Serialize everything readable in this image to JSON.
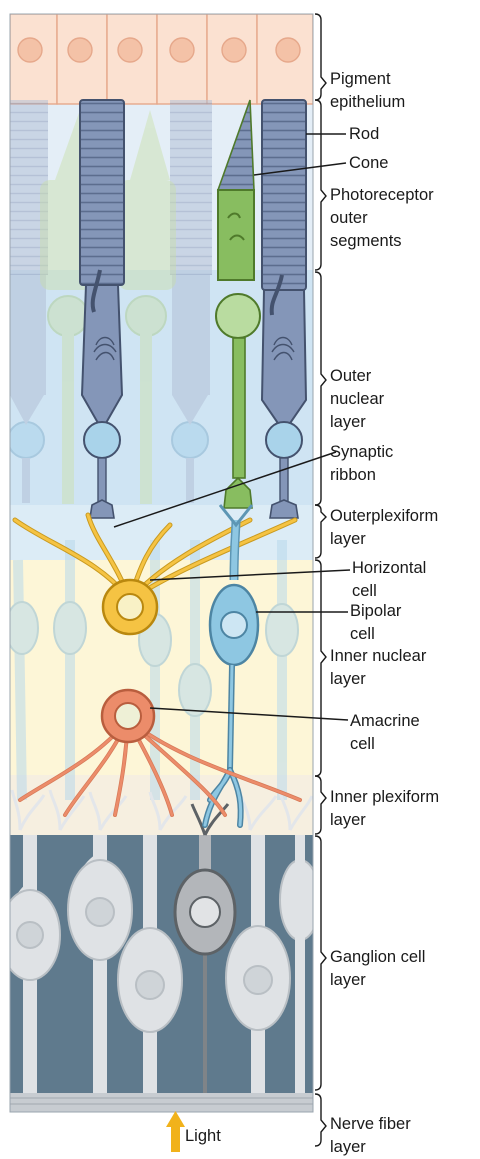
{
  "labels": {
    "pigment_epithelium": "Pigment\nepithelium",
    "rod": "Rod",
    "cone": "Cone",
    "photoreceptor_outer_segments": "Photoreceptor\nouter\nsegments",
    "outer_nuclear_layer": "Outer\nnuclear\nlayer",
    "synaptic_ribbon": "Synaptic\nribbon",
    "outer_plexiform_layer": "Outerplexiform\nlayer",
    "horizontal_cell": "Horizontal\ncell",
    "bipolar_cell": "Bipolar\ncell",
    "inner_nuclear_layer": "Inner nuclear\nlayer",
    "amacrine_cell": "Amacrine\ncell",
    "inner_plexiform_layer": "Inner plexiform\nlayer",
    "ganglion_cell_layer": "Ganglion cell\nlayer",
    "nerve_fiber_layer": "Nerve fiber\nlayer",
    "light": "Light"
  },
  "colors": {
    "pigment_epithelium": "#f9dccb",
    "rod": "#8496b8",
    "cone": "#88bd60",
    "horizontal_cell": "#f5c343",
    "bipolar_cell": "#8ec7e2",
    "amacrine_cell": "#ec8c6a",
    "ganglion_cell": "#5f7a8d",
    "light_arrow": "#f1b21b"
  }
}
